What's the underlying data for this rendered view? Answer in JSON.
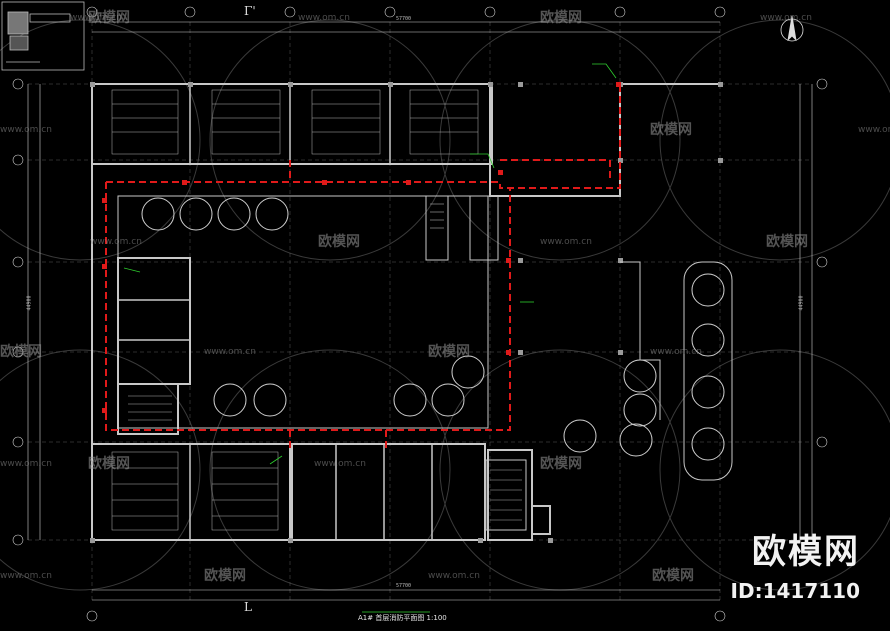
{
  "watermark": {
    "url": "www.om.cn",
    "brand": "欧模网"
  },
  "logo": {
    "brand": "欧模网",
    "id_label": "ID:1417110"
  },
  "plan": {
    "title": "A1# 首层消防平面图  1:100",
    "axis_top": "Γ'",
    "axis_bottom": "L"
  },
  "dimensions": {
    "top": "57700",
    "bottom": "57700",
    "left": "44900",
    "right": "44900"
  },
  "colors": {
    "background": "#000000",
    "wall": "#c8c8c8",
    "fire_line": "#e01a1a",
    "annotation": "#2fd02f"
  }
}
